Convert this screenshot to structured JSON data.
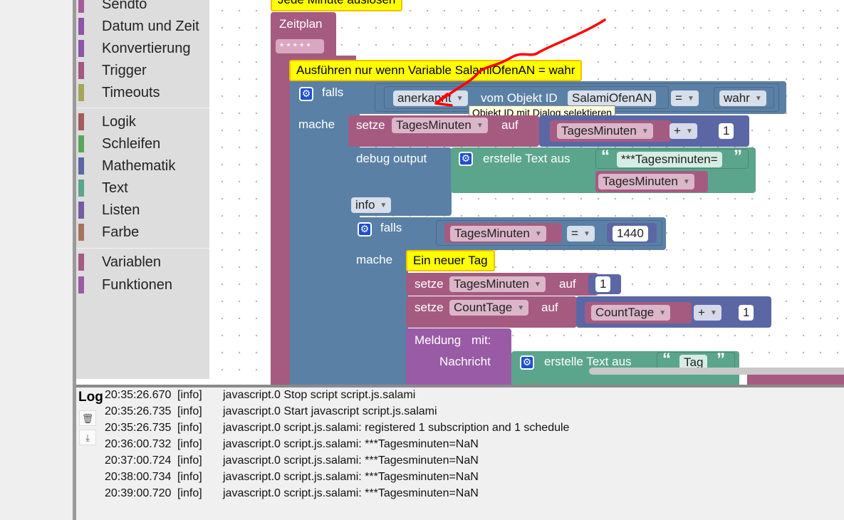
{
  "toolbox": {
    "categories": [
      {
        "label": "Sendto",
        "color": "#a55b9a"
      },
      {
        "label": "Datum und Zeit",
        "color": "#8b55a8"
      },
      {
        "label": "Konvertierung",
        "color": "#8b55a8"
      },
      {
        "label": "Trigger",
        "color": "#a5577d"
      },
      {
        "label": "Timeouts",
        "color": "#a5a55b"
      },
      {
        "label": "Logik",
        "color": "#a55b5b"
      },
      {
        "label": "Schleifen",
        "color": "#5ba55b"
      },
      {
        "label": "Mathematik",
        "color": "#5b67a5"
      },
      {
        "label": "Text",
        "color": "#5ba58c"
      },
      {
        "label": "Listen",
        "color": "#745ba5"
      },
      {
        "label": "Farbe",
        "color": "#a5745b"
      },
      {
        "label": "Variablen",
        "color": "#a55b80"
      },
      {
        "label": "Funktionen",
        "color": "#995ba5"
      }
    ]
  },
  "blocks": {
    "comment_schedule": "Jede Minute auslösen",
    "schedule_label": "Zeitplan",
    "schedule_value": "* * * * *",
    "comment_if": "Ausführen nur wenn Variable SalamiOfenAN = wahr",
    "if1_label": "falls",
    "do1_label": "mache",
    "state_attr": "anerkannt",
    "of_object": "vom Objekt ID",
    "object_id": "SalamiOfenAN",
    "op_eq": "=",
    "value_true": "wahr",
    "tooltip": "Objekt ID mit Dialog selektieren",
    "set1_label": "setze",
    "var_tagesminuten": "TagesMinuten",
    "to_label": "auf",
    "op_plus": "+",
    "num_one": "1",
    "debug_label": "debug output",
    "create_text": "erstelle Text aus",
    "text_prefix": "***Tagesminuten=",
    "info_level": "info",
    "if2_label": "falls",
    "num_1440": "1440",
    "do2_label": "mache",
    "comment_new_day": "Ein neuer Tag",
    "var_counttage": "CountTage",
    "message_label": "Meldung",
    "with_label": "mit:",
    "message_param": "Nachricht",
    "text_tag": "Tag"
  },
  "log": {
    "title": "Log",
    "clear_icon": "trash-icon",
    "download_icon": "download-icon",
    "entries": [
      {
        "time": "20:35:26.670",
        "level": "[info]",
        "message": "javascript.0 Stop script script.js.salami"
      },
      {
        "time": "20:35:26.735",
        "level": "[info]",
        "message": "javascript.0 Start javascript script.js.salami"
      },
      {
        "time": "20:35:26.735",
        "level": "[info]",
        "message": "javascript.0 script.js.salami: registered 1 subscription and 1 schedule"
      },
      {
        "time": "20:36:00.732",
        "level": "[info]",
        "message": "javascript.0 script.js.salami: ***Tagesminuten=NaN"
      },
      {
        "time": "20:37:00.724",
        "level": "[info]",
        "message": "javascript.0 script.js.salami: ***Tagesminuten=NaN"
      },
      {
        "time": "20:38:00.734",
        "level": "[info]",
        "message": "javascript.0 script.js.salami: ***Tagesminuten=NaN"
      },
      {
        "time": "20:39:00.720",
        "level": "[info]",
        "message": "javascript.0 script.js.salami: ***Tagesminuten=NaN"
      }
    ]
  },
  "colors": {
    "trigger_block": "#a55b80",
    "logic_block": "#5b80a5",
    "variable_block": "#a55b80",
    "math_block": "#5b67a5",
    "text_block": "#5ba58c",
    "message_block": "#995ba5",
    "annotation_red": "#ff0000"
  }
}
